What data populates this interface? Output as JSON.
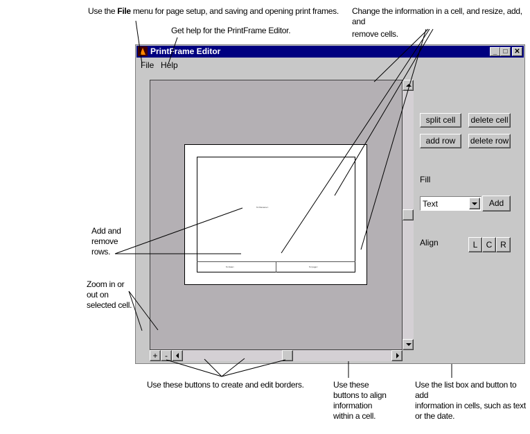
{
  "window": {
    "title": "PrintFrame Editor",
    "minimize": "_",
    "maximize": "□",
    "close": "✕"
  },
  "menu": {
    "file": "File",
    "help": "Help"
  },
  "page_preview": {
    "cell_main": "%<filename>",
    "cell_left": "%<date>",
    "cell_right": "%<page>"
  },
  "controls": {
    "split_cell": "split cell",
    "delete_cell": "delete cell",
    "add_row": "add row",
    "delete_row": "delete row",
    "fill_label": "Fill",
    "fill_value": "Text",
    "add": "Add",
    "align_label": "Align",
    "align_left": "L",
    "align_center": "C",
    "align_right": "R"
  },
  "zoom_buttons": {
    "zoom_in": "+",
    "zoom_out": "-"
  },
  "annotations": {
    "file_menu_pre": "Use the ",
    "file_menu_bold": "File",
    "file_menu_post": " menu for page setup, and saving and opening print frames.",
    "help": "Get help for the PrintFrame Editor.",
    "cells_1": "Change the information in a cell, and resize, add, and",
    "cells_2": "remove cells.",
    "rows_1": "Add and",
    "rows_2": "remove",
    "rows_3": "rows.",
    "zoom_1": "Zoom in or",
    "zoom_2": "out on",
    "zoom_3": "selected cell.",
    "borders": "Use these buttons to create and edit borders.",
    "align_1": "Use these",
    "align_2": "buttons to align",
    "align_3": "information",
    "align_4": "within a cell.",
    "list_1": "Use the list box and button to add",
    "list_2": "information in cells, such as text",
    "list_3": "or the date."
  }
}
